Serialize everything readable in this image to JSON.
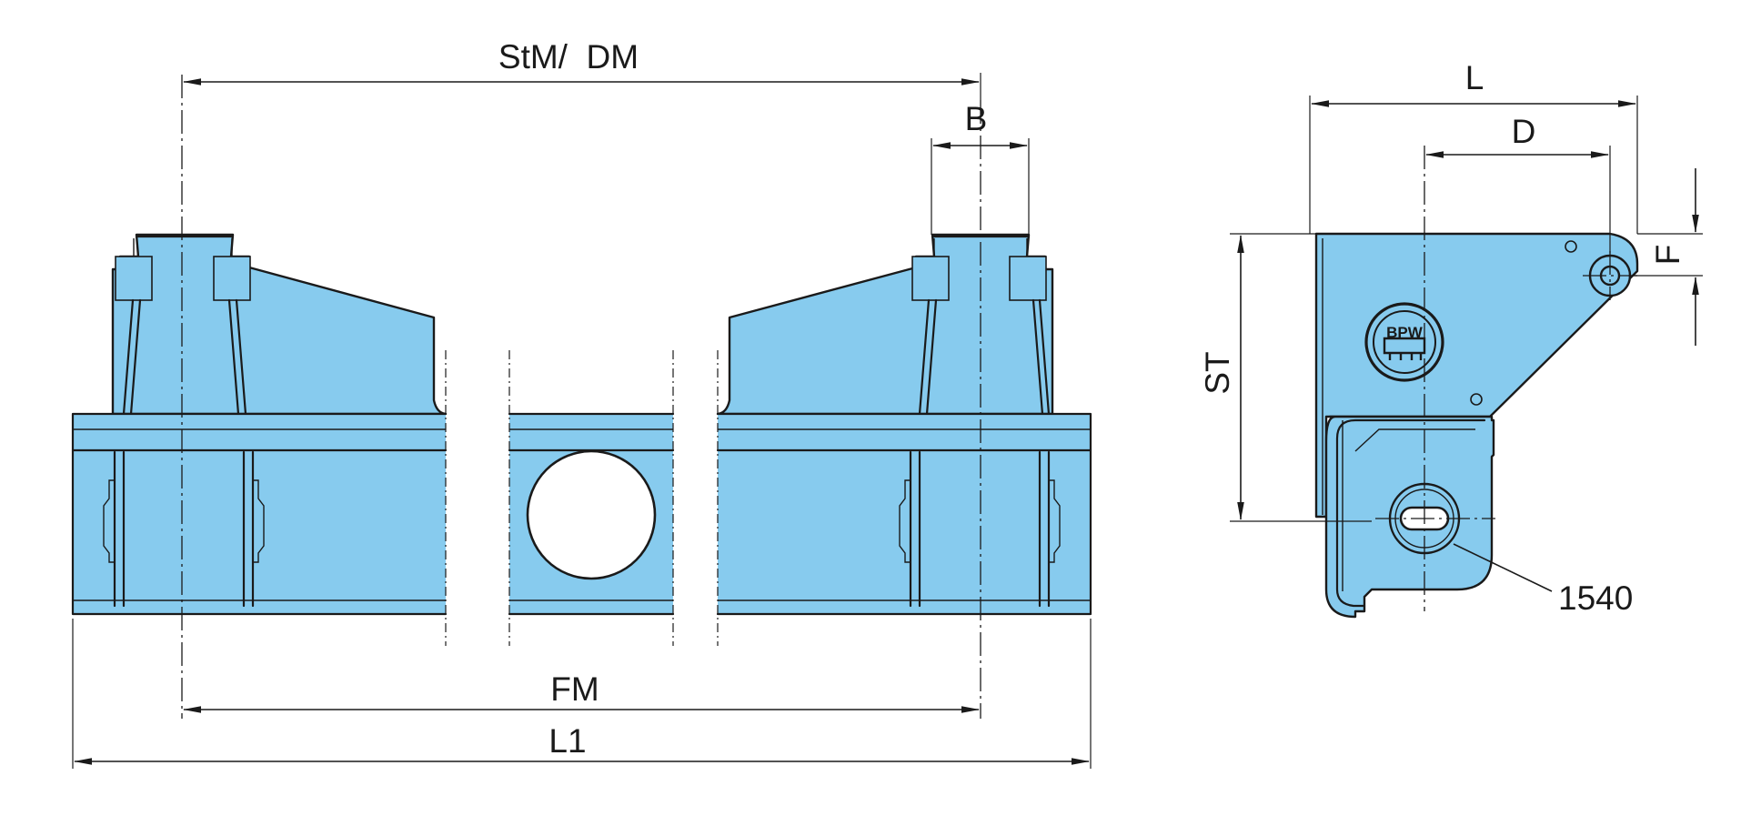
{
  "colors": {
    "part_fill": "#87cbee",
    "outline": "#1a1a1a",
    "background": "#ffffff"
  },
  "dimensions": {
    "stm_dm": "StM/  DM",
    "b": "B",
    "fm": "FM",
    "l1": "L1",
    "l": "L",
    "d": "D",
    "f": "F",
    "st": "ST"
  },
  "callouts": {
    "part_number": "1540"
  },
  "logo": {
    "text": "BPW"
  }
}
